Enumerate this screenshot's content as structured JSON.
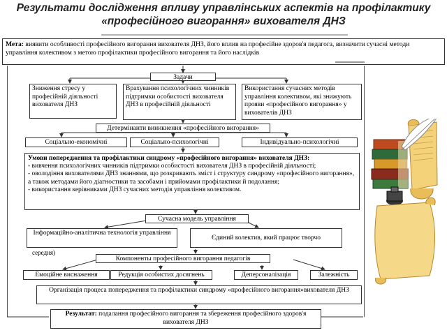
{
  "title": {
    "line1": "Результати дослідження впливу управлінських аспектів на профілактику",
    "line2": "«професійного вигорання» вихователя ДНЗ"
  },
  "goal": {
    "label": "Мета:",
    "text": " виявити особливості професійного вигорання вихователя ДНЗ, його вплив на професійне здоров'я педагога,   визначити сучасні методи управління колективом з метою профілактики професійного вигорання  та його наслідків"
  },
  "tasks": {
    "header": "Задачи",
    "items": [
      "Зниження    стресу у професійній діяльності вихователя ДНЗ",
      "Врахування психологічних чинників підтримки особистості вихователя ДНЗ в професійній діяльності",
      "Використання сучасних методів управління колективом, які знижують прояви «професійного вигорання» у вихователів ДНЗ"
    ]
  },
  "determinants": {
    "header": "Детермінанти виникнення «професійного вигорання»",
    "items": [
      "Соціально-економічні",
      "Соціально-психологічні",
      "Індивідуально-психологічні"
    ]
  },
  "conditions": {
    "title": "Умови попередження та профілактики синдрому «професійного вигорання» вихователя ДНЗ:",
    "lines": [
      "- вивчення психологічних чинників підтримки особистості вихователя ДНЗ в професійній діяльності;",
      "- оволодіння вихователями ДНЗ знаннями, що розкривають зміст і  структуру синдрому «професійного вигорання», а також методами його діагностики та засобами і прийомами профілактики й подолання;",
      "- використання керівниками ДНЗ сучасних методів управління колективом."
    ]
  },
  "model": {
    "header": "Сучасна модель управління",
    "items": [
      "Інформаційно-аналітична технологія управління",
      "Єдиний колектив, який працює творчо"
    ],
    "note": "середня)"
  },
  "components": {
    "header": "Компоненты професійного вигорання педагогів",
    "items": [
      "Емоційне виснаження",
      "Редукція особистих досягнень",
      "Деперсоналізація",
      "Залежність"
    ]
  },
  "organization": {
    "text": "Організація процеса попередження та профілактики синдрому «професійного вигорання»вихователя ДНЗ"
  },
  "result": {
    "label": "Результат:",
    "text": " подалання професійного вигорання та збереження професійного здоров'я вихователя ДНЗ"
  }
}
